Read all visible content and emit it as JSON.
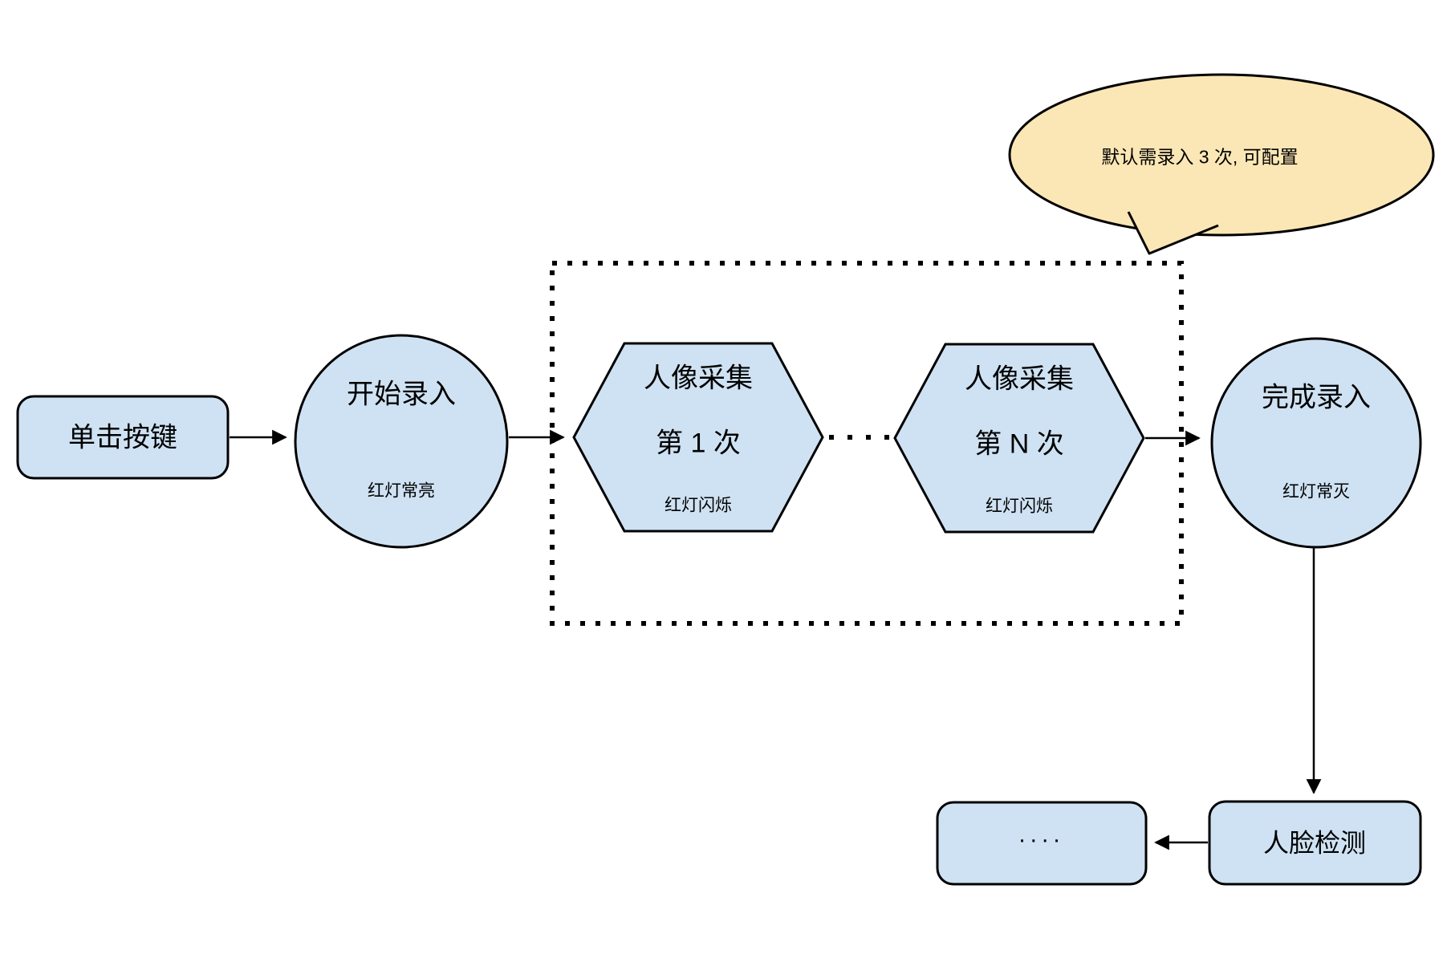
{
  "colors": {
    "node_fill": "#cfe2f3",
    "callout_fill": "#fbe7b5",
    "stroke": "#000000"
  },
  "nodes": {
    "click_button": {
      "label": "单击按键"
    },
    "start": {
      "title": "开始录入",
      "subtitle": "红灯常亮"
    },
    "capture_first": {
      "line1": "人像采集",
      "line2": "第 1 次",
      "subtitle": "红灯闪烁"
    },
    "capture_nth": {
      "line1": "人像采集",
      "line2": "第 N 次",
      "subtitle": "红灯闪烁"
    },
    "finish": {
      "title": "完成录入",
      "subtitle": "红灯常灭"
    },
    "face_detection": {
      "label": "人脸检测"
    },
    "more": {
      "label": "...."
    }
  },
  "callout": {
    "text": "默认需录入 3 次, 可配置"
  }
}
